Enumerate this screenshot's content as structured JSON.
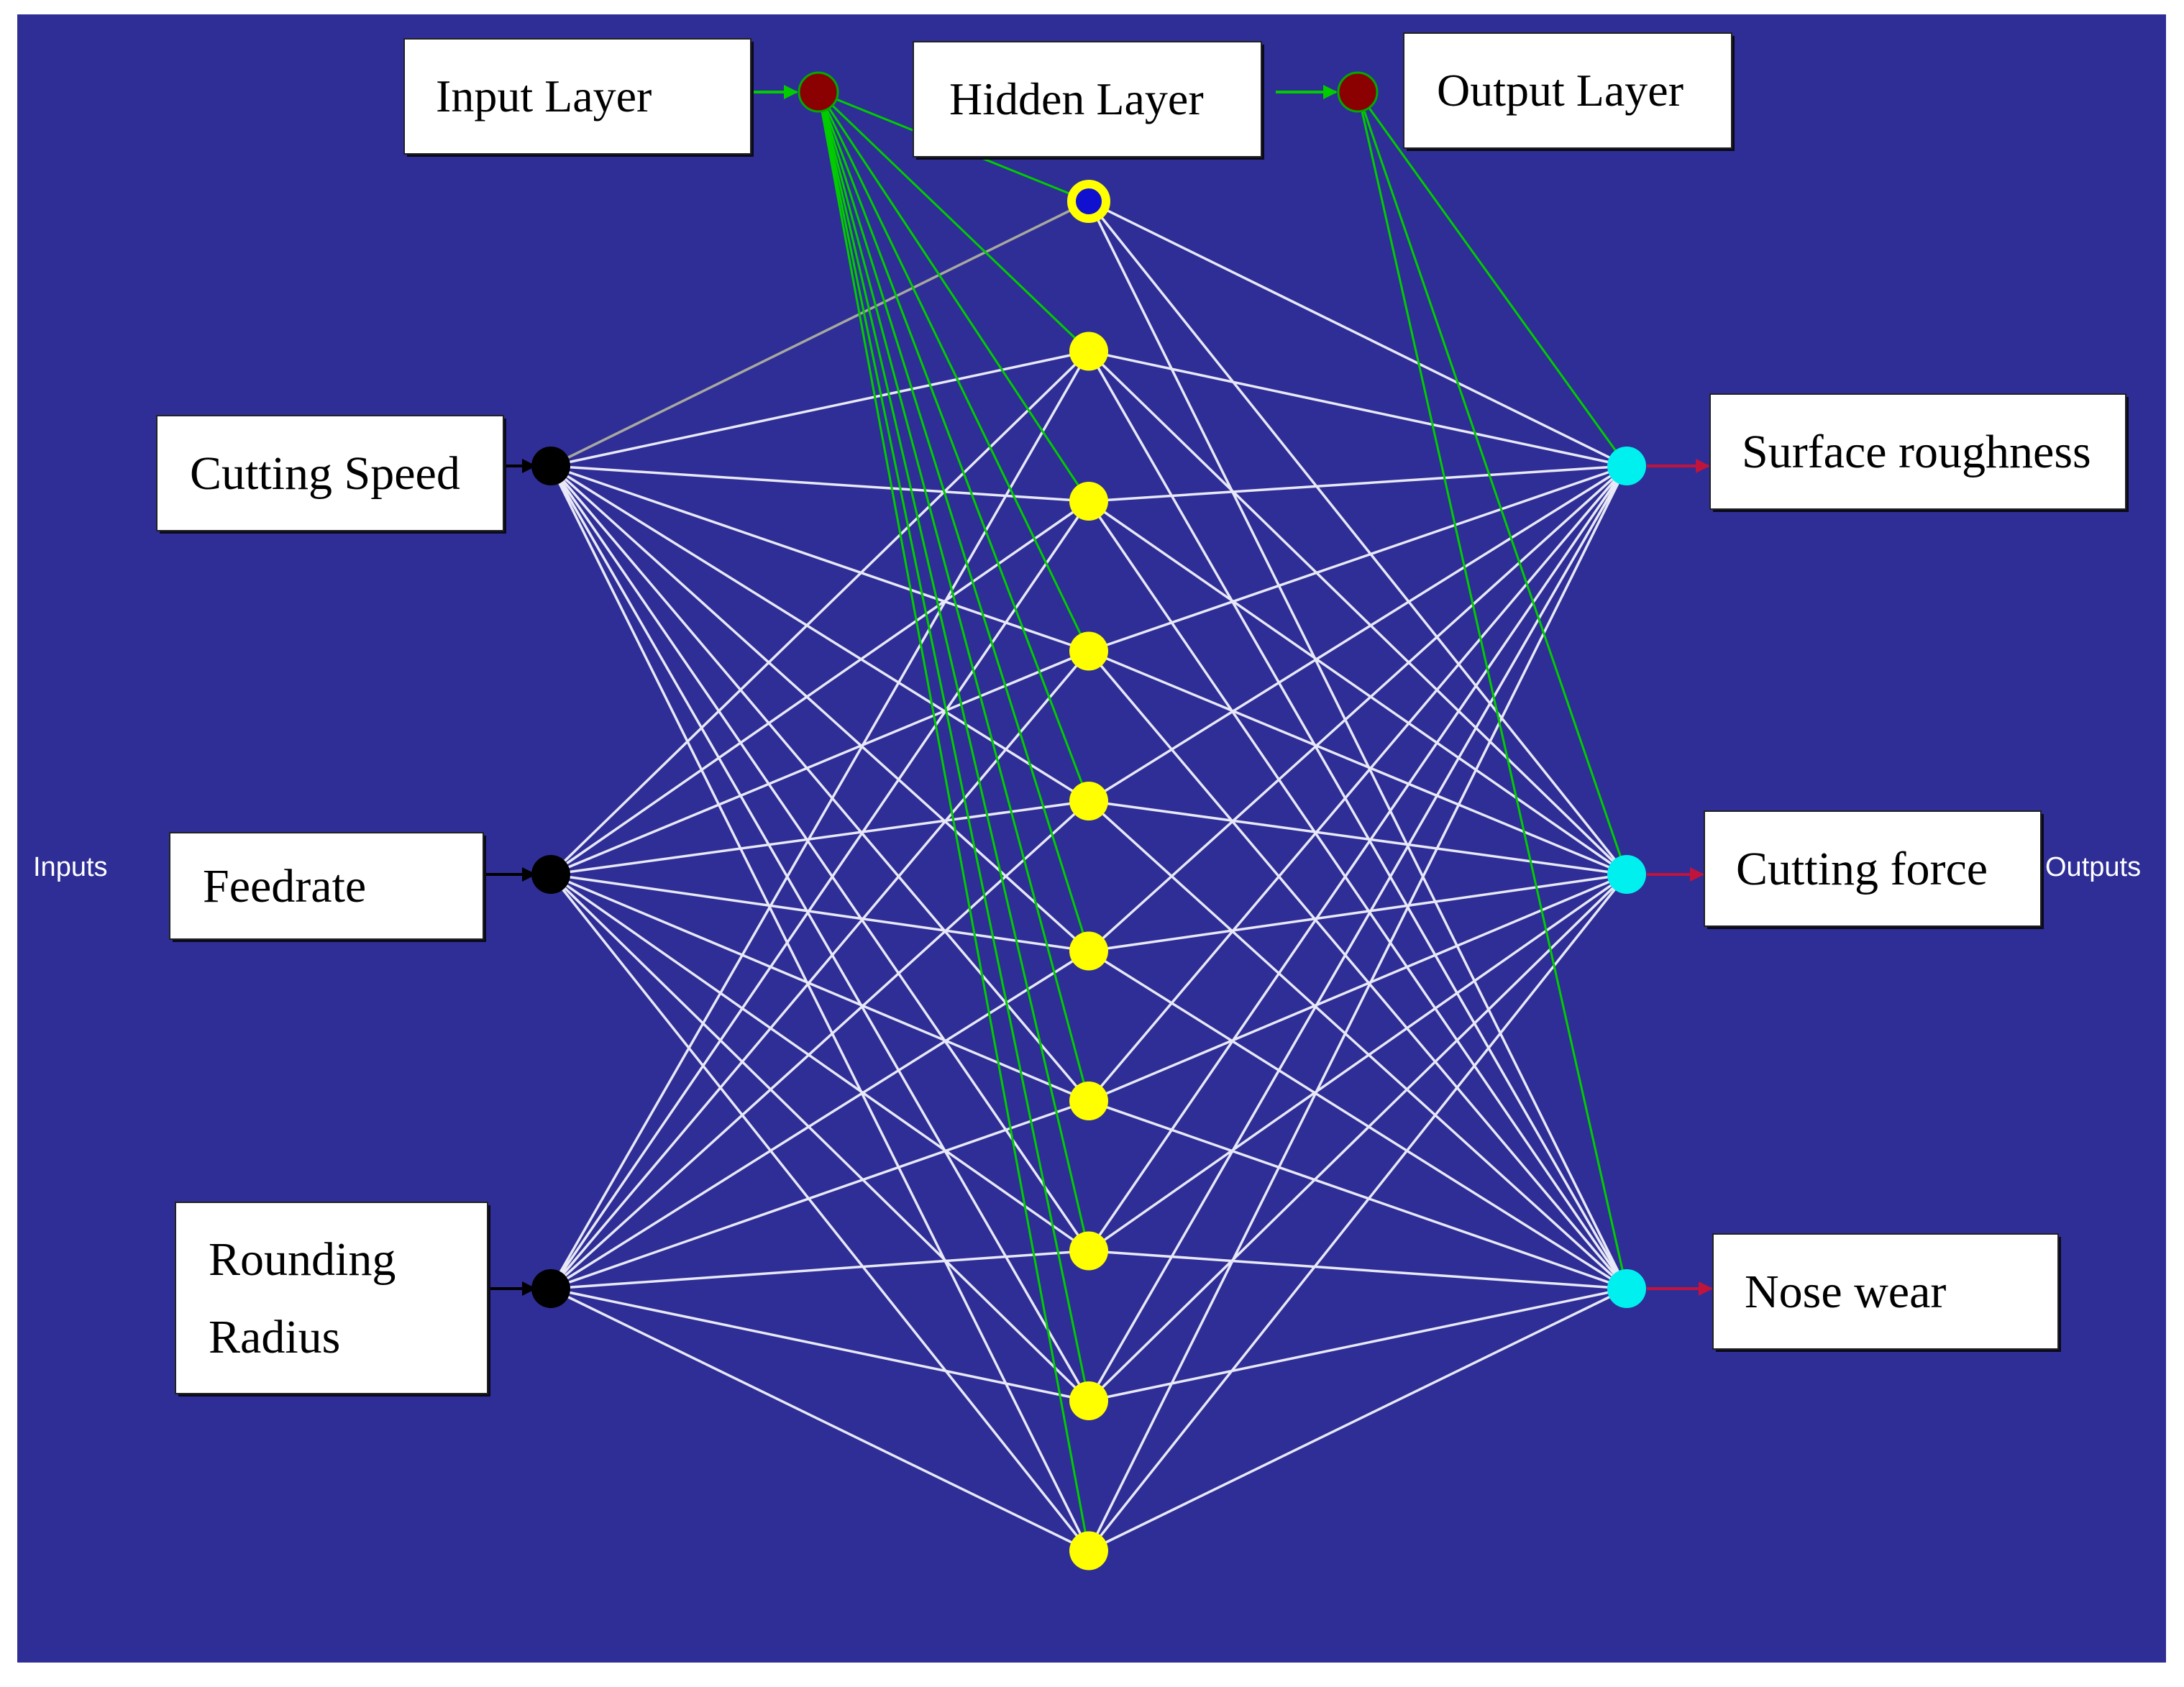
{
  "labels": {
    "input_layer": "Input Layer",
    "hidden_layer": "Hidden Layer",
    "output_layer": "Output Layer",
    "inputs_side": "Inputs",
    "outputs_side": "Outputs"
  },
  "inputs": [
    {
      "lines": [
        "Cutting Speed"
      ]
    },
    {
      "lines": [
        "Feedrate"
      ]
    },
    {
      "lines": [
        "Rounding",
        "Radius"
      ]
    }
  ],
  "outputs": [
    {
      "lines": [
        "Surface roughness"
      ]
    },
    {
      "lines": [
        "Cutting force"
      ]
    },
    {
      "lines": [
        "Nose wear"
      ]
    }
  ],
  "hidden_neuron_count": 9,
  "colors": {
    "background": "#2e2e96",
    "input_node": "#000000",
    "hidden_node": "#ffff00",
    "hidden_bias_node": "#ffff00",
    "output_node": "#00f0f0",
    "bias_node": "#8b0000",
    "connection": "#e8e8f8",
    "bias_connection": "#00cc00",
    "output_arrow": "#c0143c"
  }
}
